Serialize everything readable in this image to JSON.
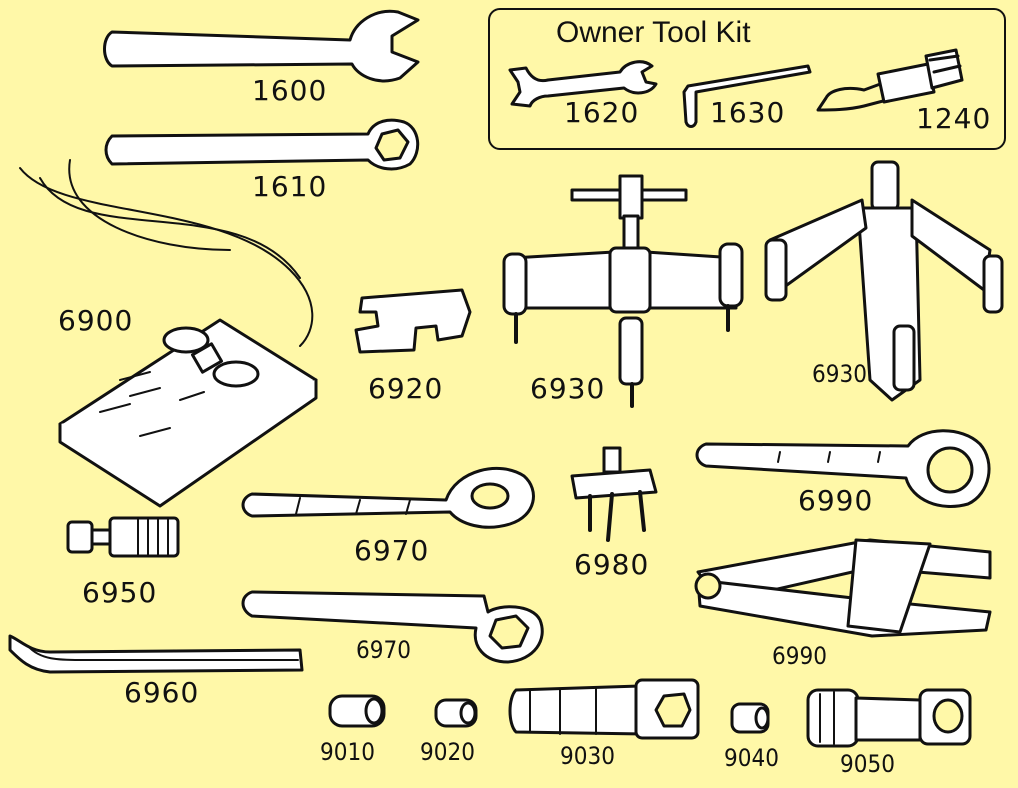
{
  "kit": {
    "title": "Owner Tool Kit"
  },
  "labels": {
    "t1600": "1600",
    "t1610": "1610",
    "t1620": "1620",
    "t1630": "1630",
    "t1240": "1240",
    "t6900": "6900",
    "t6920": "6920",
    "t6930a": "6930",
    "t6930b": "6930",
    "t6990a": "6990",
    "t6970a": "6970",
    "t6980": "6980",
    "t6950": "6950",
    "t6970b": "6970",
    "t6990b": "6990",
    "t6960": "6960",
    "t9010": "9010",
    "t9020": "9020",
    "t9030": "9030",
    "t9040": "9040",
    "t9050": "9050"
  },
  "colors": {
    "background": "#FFF8A8",
    "ink": "#111111",
    "tool_fill": "#FFFFFF"
  },
  "icons": [
    "wrench-icon",
    "ring-wrench-icon",
    "hex-key-icon",
    "spark-plug-tool-icon",
    "pedal-switch-icon",
    "puller-icon",
    "spanner-icon",
    "socket-icon"
  ]
}
